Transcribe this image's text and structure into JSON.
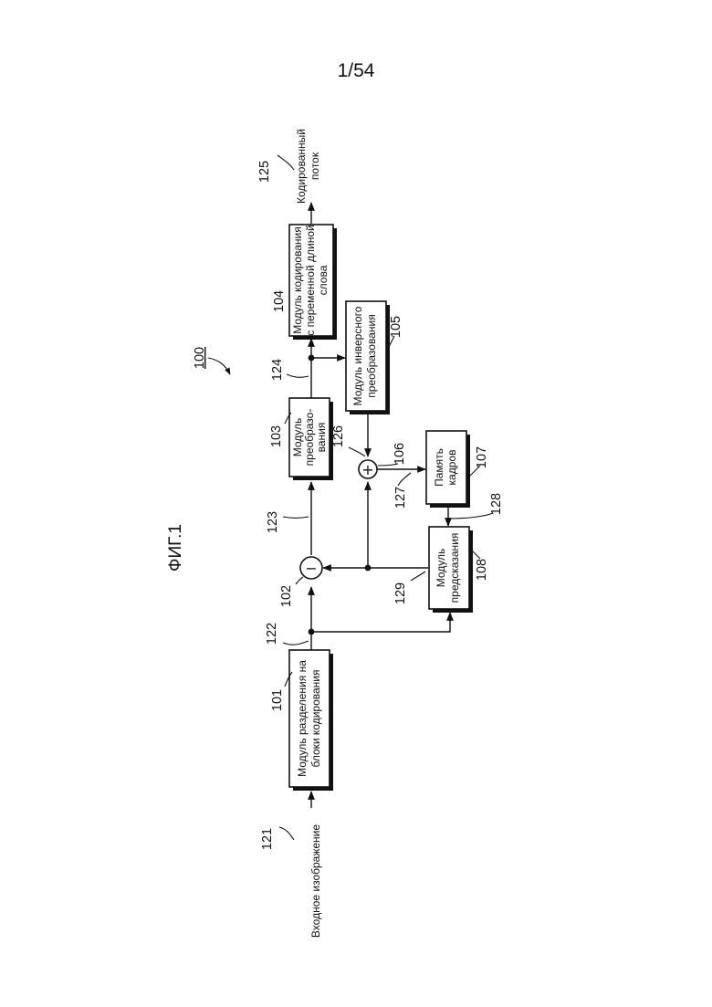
{
  "page_number": "1/54",
  "figure_label": "ФИГ.1",
  "system_ref": "100",
  "blocks": [
    {
      "ref": "101",
      "lines": [
        "Модуль разделения на",
        "блоки кодирования"
      ]
    },
    {
      "ref": "103",
      "lines": [
        "Модуль",
        "преобразо-",
        "вания"
      ]
    },
    {
      "ref": "104",
      "lines": [
        "Модуль кодирования",
        "с переменной длиной",
        "слова"
      ]
    },
    {
      "ref": "105",
      "lines": [
        "Модуль инверсного",
        "преобразования"
      ]
    },
    {
      "ref": "107",
      "lines": [
        "Память",
        "кадров"
      ]
    },
    {
      "ref": "108",
      "lines": [
        "Модуль",
        "предсказания"
      ]
    }
  ],
  "nodes": [
    {
      "ref": "102",
      "symbol": "−"
    },
    {
      "ref": "106",
      "symbol": "+"
    }
  ],
  "signals": [
    {
      "ref": "121",
      "label": "Входное изображение"
    },
    {
      "ref": "122"
    },
    {
      "ref": "123"
    },
    {
      "ref": "124"
    },
    {
      "ref": "125",
      "label_lines": [
        "Кодированный",
        "поток"
      ]
    },
    {
      "ref": "126"
    },
    {
      "ref": "127"
    },
    {
      "ref": "128"
    },
    {
      "ref": "129"
    }
  ]
}
